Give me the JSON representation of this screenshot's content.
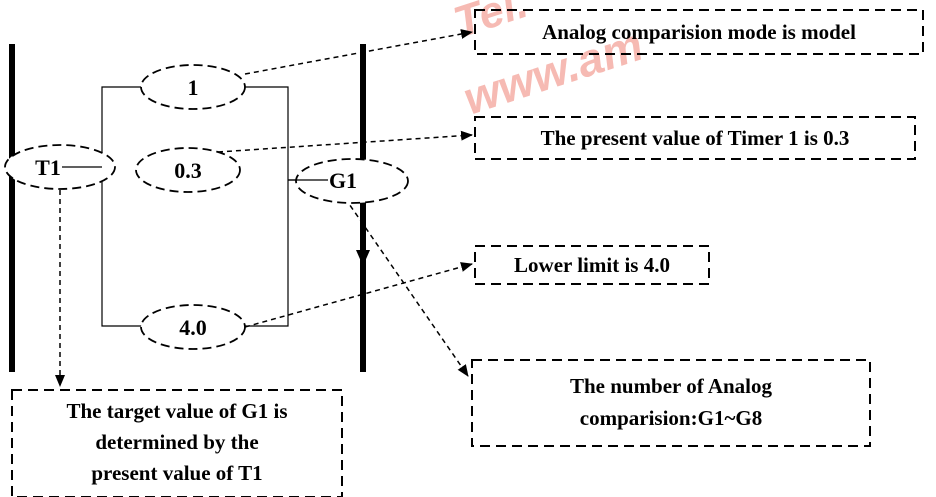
{
  "watermark": {
    "line1": "Tel.",
    "line2": "www.am",
    "color": "#f4a39a"
  },
  "nodes": {
    "mode_value": "1",
    "timer_value": "0.3",
    "lower_limit_value": "4.0",
    "source_label": "T1",
    "target_label": "G1"
  },
  "annotations": {
    "mode": "Analog comparision mode is model",
    "present_value": "The present value of Timer 1 is 0.3",
    "lower_limit": "Lower limit is 4.0",
    "target_value": [
      "The target value of G1 is",
      "determined by the",
      "present value of T1"
    ],
    "number": [
      "The number of Analog",
      "comparision:G1~G8"
    ]
  },
  "colors": {
    "line": "#000000",
    "background": "#ffffff"
  }
}
